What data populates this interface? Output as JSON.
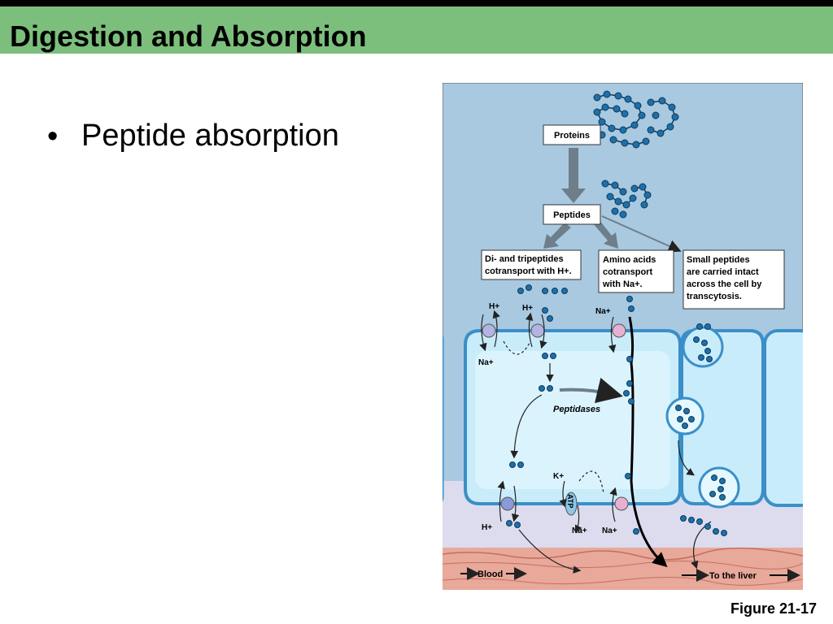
{
  "slide": {
    "title": "Digestion and Absorption",
    "bullet": "Peptide absorption",
    "figure_caption": "Figure 21-17"
  },
  "diagram": {
    "proteins_label": "Proteins",
    "peptides_label": "Peptides",
    "box_di_tri": [
      "Di- and tripeptides",
      "cotransport with H+."
    ],
    "box_amino": [
      "Amino acids",
      "cotransport",
      "with Na+."
    ],
    "box_small": [
      "Small peptides",
      "are carried intact",
      "across the cell by",
      "transcytosis."
    ],
    "h_plus": "H+",
    "na_plus": "Na+",
    "k_plus": "K+",
    "atp": "ATP",
    "peptidases": "Peptidases",
    "blood": "Blood",
    "to_liver": "To the liver"
  },
  "colors": {
    "title_bar": "#7cbf7c",
    "lumen": "#a9c9e0",
    "cell": "#c9ecfa",
    "interstitial": "#dcdcee",
    "blood": "#e8a89a",
    "bead": "#1f6fa8",
    "h_transporter": "#b4b4e0",
    "na_transporter": "#e8b0d0"
  },
  "icons": {
    "bullet": "bullet-dot"
  }
}
